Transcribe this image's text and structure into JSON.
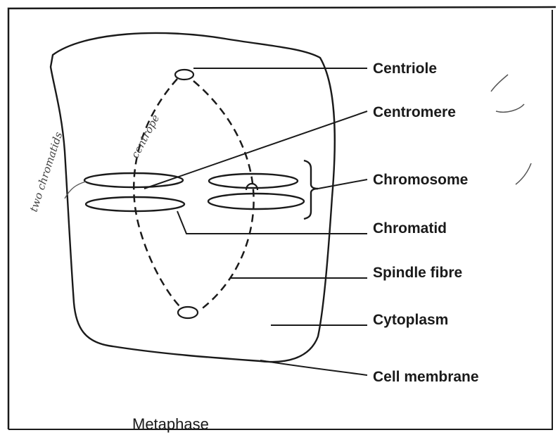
{
  "labels": {
    "centriole": "Centriole",
    "centromere": "Centromere",
    "chromosome": "Chromosome",
    "chromatid": "Chromatid",
    "spindle_fibre": "Spindle fibre",
    "cytoplasm": "Cytoplasm",
    "cell_membrane": "Cell membrane"
  },
  "caption": "Metaphase",
  "handwritten": {
    "left_note": "two chromatids",
    "center_note": "centrope"
  },
  "colors": {
    "ink": "#1a1a1a",
    "pencil": "#444444",
    "paper": "#ffffff"
  }
}
